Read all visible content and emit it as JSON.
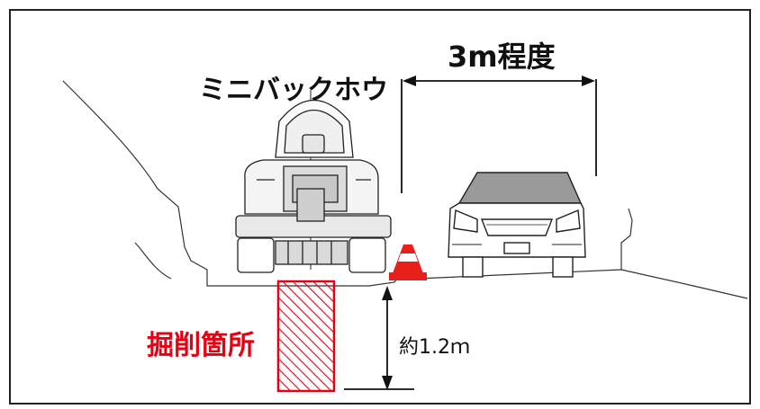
{
  "labels": {
    "machine": "ミニバックホウ",
    "width": "3m程度",
    "excavation": "掘削箇所",
    "depth": "約1.2ｍ"
  },
  "colors": {
    "outline": "#222222",
    "excavation": "#e60012",
    "cone": "#e8201c",
    "car_glass": "#9a9a9a",
    "car_body": "#ffffff"
  },
  "icons": [
    "excavator-icon",
    "traffic-cone-icon",
    "car-icon"
  ]
}
